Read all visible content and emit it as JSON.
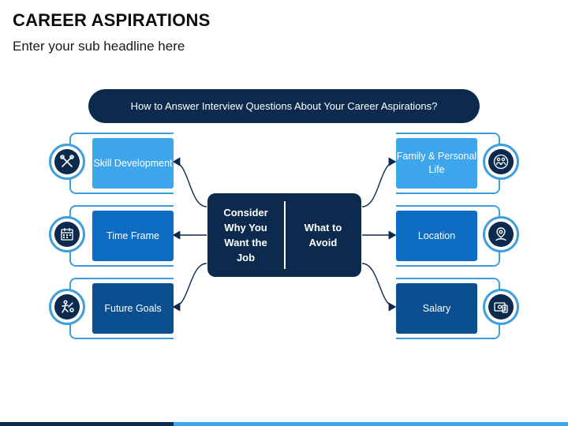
{
  "header": {
    "title": "CAREER ASPIRATIONS",
    "subtitle": "Enter your sub headline here"
  },
  "question": "How to Answer Interview Questions About Your Career Aspirations?",
  "center": {
    "left_text": "Consider Why You Want the Job",
    "right_text": "What to Avoid"
  },
  "left_items": [
    {
      "label": "Skill Development",
      "icon": "tools-icon"
    },
    {
      "label": "Time Frame",
      "icon": "calendar-icon"
    },
    {
      "label": "Future Goals",
      "icon": "target-runner-icon"
    }
  ],
  "right_items": [
    {
      "label": "Family & Personal Life",
      "icon": "family-icon"
    },
    {
      "label": "Location",
      "icon": "location-person-icon"
    },
    {
      "label": "Salary",
      "icon": "money-icon"
    }
  ],
  "colors": {
    "navy": "#0c2a4d",
    "light_blue": "#3ea6ec",
    "mid_blue": "#0f6cc3",
    "dark_blue": "#0c4f91",
    "outline": "#3f9fdc"
  }
}
